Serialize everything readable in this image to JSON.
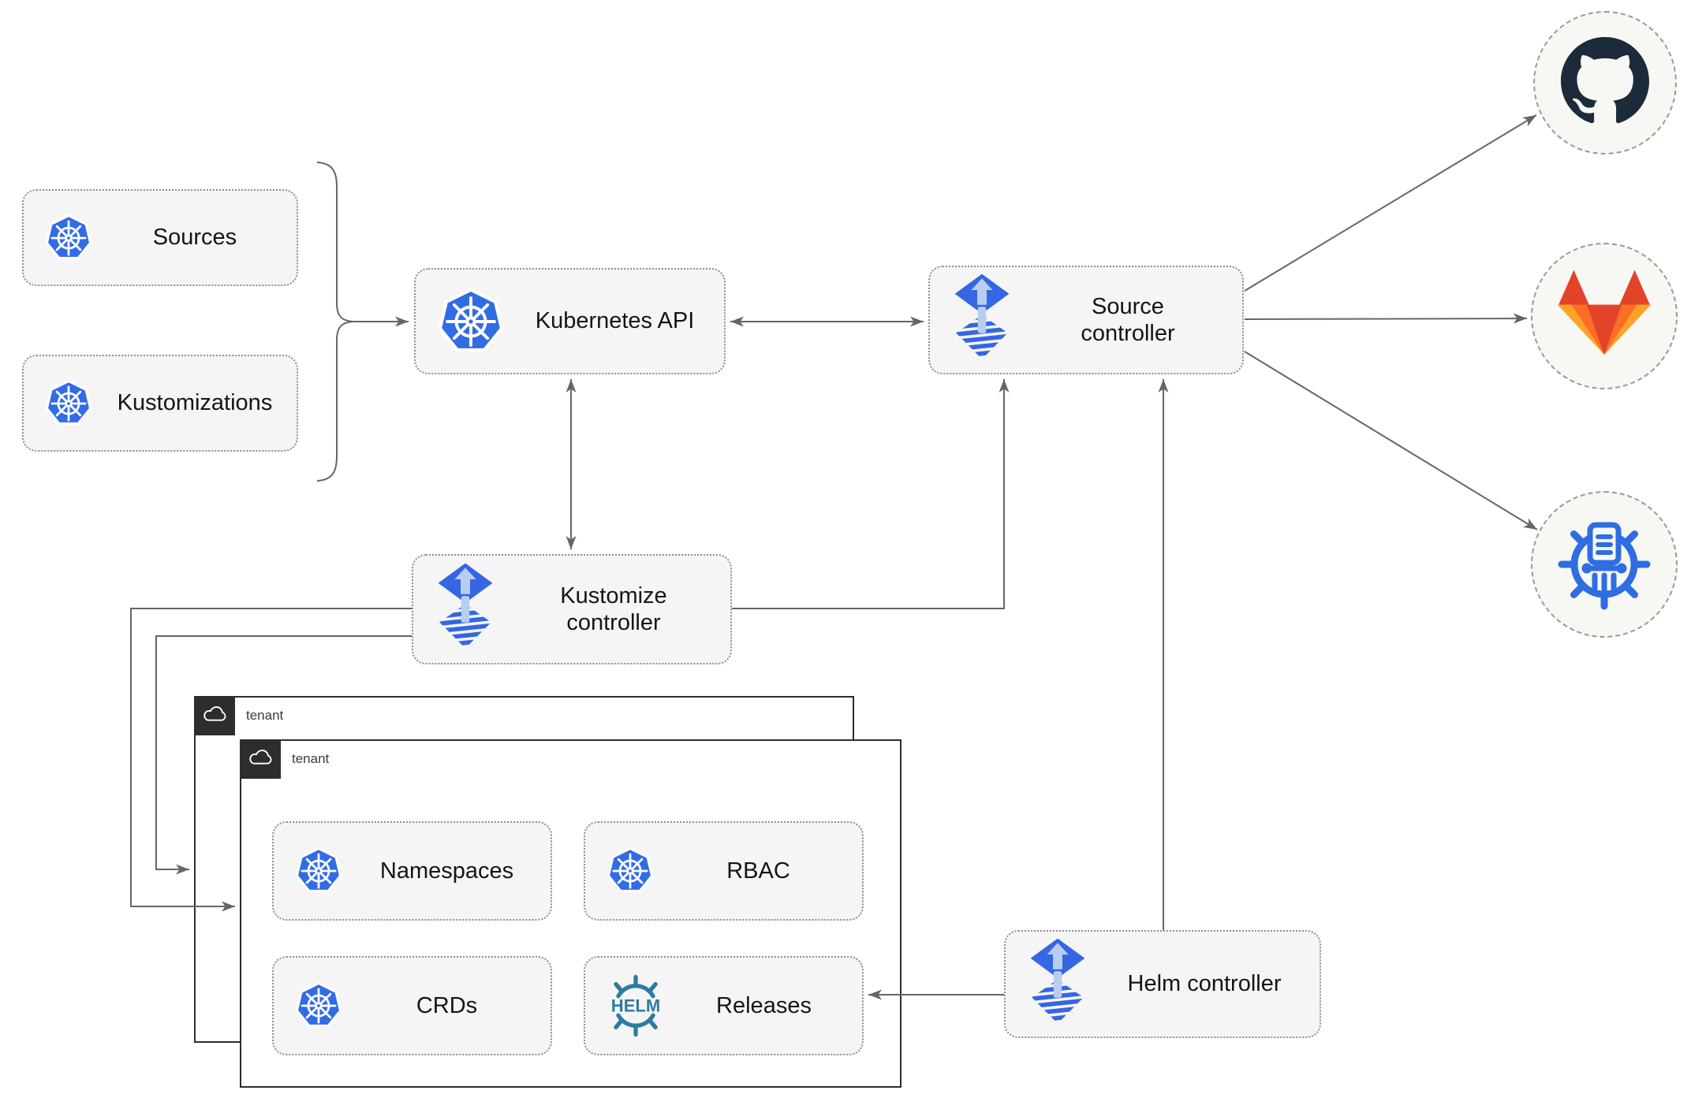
{
  "diagram": {
    "nodes": {
      "sources": {
        "label": "Sources",
        "icon": "kubernetes-icon"
      },
      "kustomizations": {
        "label": "Kustomizations",
        "icon": "kubernetes-icon"
      },
      "kubernetes_api": {
        "label": "Kubernetes API",
        "icon": "kubernetes-icon"
      },
      "source_controller": {
        "label": "Source controller",
        "icon": "flux-icon"
      },
      "kustomize_controller": {
        "label": "Kustomize controller",
        "icon": "flux-icon"
      },
      "helm_controller": {
        "label": "Helm controller",
        "icon": "flux-icon"
      },
      "namespaces": {
        "label": "Namespaces",
        "icon": "kubernetes-icon"
      },
      "rbac": {
        "label": "RBAC",
        "icon": "kubernetes-icon"
      },
      "crds": {
        "label": "CRDs",
        "icon": "kubernetes-icon"
      },
      "releases": {
        "label": "Releases",
        "icon": "helm-icon"
      }
    },
    "groups": {
      "tenant_back": {
        "label": "tenant",
        "badge_icon": "cloud-icon"
      },
      "tenant_front": {
        "label": "tenant",
        "badge_icon": "cloud-icon"
      }
    },
    "external_targets": [
      {
        "icon": "github-icon"
      },
      {
        "icon": "gitlab-icon"
      },
      {
        "icon": "chartmuseum-icon"
      }
    ],
    "icons": {
      "helm_wordmark": "HELM"
    },
    "edges": [
      {
        "from": "sources-and-kustomizations-group",
        "to": "kubernetes-api",
        "arrows": "end"
      },
      {
        "from": "kubernetes-api",
        "to": "source-controller",
        "arrows": "both"
      },
      {
        "from": "kubernetes-api",
        "to": "kustomize-controller",
        "arrows": "both"
      },
      {
        "from": "kustomize-controller",
        "to": "source-controller",
        "arrows": "end"
      },
      {
        "from": "kustomize-controller",
        "to": "tenant-front",
        "arrows": "end"
      },
      {
        "from": "kustomize-controller",
        "to": "tenant-back",
        "arrows": "end"
      },
      {
        "from": "helm-controller",
        "to": "source-controller",
        "arrows": "end"
      },
      {
        "from": "helm-controller",
        "to": "releases",
        "arrows": "end"
      },
      {
        "from": "source-controller",
        "to": "github",
        "arrows": "end"
      },
      {
        "from": "source-controller",
        "to": "gitlab",
        "arrows": "end"
      },
      {
        "from": "source-controller",
        "to": "chartmuseum",
        "arrows": "end"
      }
    ],
    "colors": {
      "kubernetes_blue": "#326CE5",
      "flux_blue": "#3566E3",
      "flux_light_blue": "#B9CDF3",
      "helm_teal": "#2D7BA3",
      "chartmuseum_blue": "#2F6DE1",
      "gitlab_dark_orange": "#E24329",
      "gitlab_orange": "#FC6D26",
      "gitlab_light_orange": "#FCA326",
      "github_dark": "#1B2B3A",
      "connector_gray": "#666666",
      "node_fill": "#F5F5F5",
      "tenant_border": "#2D2D2D"
    }
  }
}
